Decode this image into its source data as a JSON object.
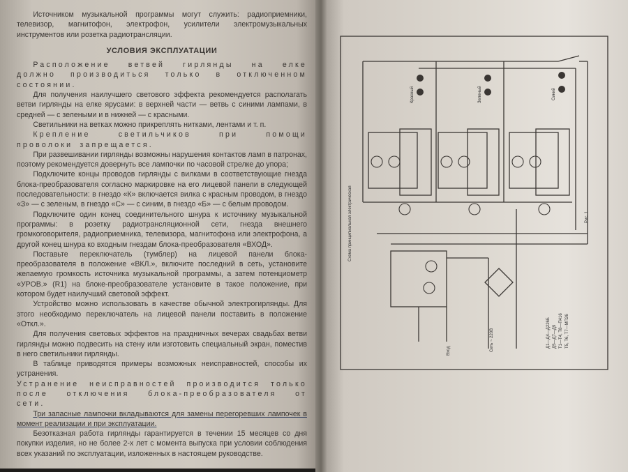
{
  "left_page": {
    "intro": "Источником музыкальной программы могут служить: радиоприемники, телевизор, магнитофон, электрофон, усилители электромузыкальных инструментов или розетка радиотрансляции.",
    "heading": "УСЛОВИЯ ЭКСПЛУАТАЦИИ",
    "paragraphs": [
      "Расположение ветвей гирлянды на елке должно производиться только в отключенном состоянии.",
      "Для получения наилучшего светового эффекта рекомендуется располагать ветви гирлянды на елке ярусами: в верхней части — ветвь с синими лампами, в средней — с зелеными и в нижней — с красными.",
      "Светильники на ветках можно прикреплять нитками, лентами и т. п.",
      "Крепление светильчиков при помощи проволоки запрещается.",
      "При развешивании гирлянды возможны нарушения контактов ламп в патронах, поэтому рекомендуется довернуть все лампочки по часовой стрелке до упора;",
      "Подключите концы проводов гирлянды с вилками в соответствующие гнезда блока-преобразователя согласно маркировке на его лицевой панели в следующей последовательности: в гнездо «К» включается вилка с красным проводом, в гнездо «З» — с зеленым, в гнездо «С» — с синим, в гнездо «Б» — с белым проводом.",
      "Подключите один конец соединительного шнура к источнику музыкальной программы: в розетку радиотрансляционной сети, гнезда внешнего громкоговорителя, радиоприемника, телевизора, магнитофона или электрофона, а другой конец шнура ко входным гнездам блока-преобразователя «ВХОД».",
      "Поставьте переключатель (тумблер) на лицевой панели блока-преобразователя в положение «ВКЛ.», включите последний в сеть, установите желаемую громкость источника музыкальной программы, а затем потенциометр «УРОВ.» (R1) на блоке-преобразователе установите в такое положение, при котором будет наилучший световой эффект.",
      "Устройство можно использовать в качестве обычной электрогирлянды. Для этого необходимо переключатель на лицевой панели поставить в положение «Откл.».",
      "Для получения световых эффектов на праздничных вечерах свадьбах ветви гирлянды можно подвесить на стену или изготовить специальный экран, поместив в него светильники гирлянды.",
      "В таблице приводятся примеры возможных неисправностей, способы их устранения.",
      "Устранение неисправностей производится только после отключения блока-преобразователя от сети.",
      "Три запасные лампочки вкладываются для замены перегоревших лампочек в момент реализации и при эксплуатации.",
      "Безотказная работа гирлянды гарантируется в течении 15 месяцев со дня покупки изделия, но не более 2-х лет с момента выпуска при условии соблюдения всех указаний по эксплуатации, изложенных в настоящем руководстве."
    ]
  },
  "right_page": {
    "diagram_caption": "Схема принципиальная электрическая",
    "figure_label": "Рис. 1",
    "lamp_labels": [
      "Красный",
      "Зеленый",
      "Синий"
    ],
    "input_label": "Вход",
    "net_label": "Сеть ~ 220В",
    "component_notes": [
      "Д1—Д4—Д226Б",
      "Д5—Д7—Д9",
      "Т1—Т4, Т8—П416",
      "Т5, Т6, Т7—МП26"
    ]
  }
}
